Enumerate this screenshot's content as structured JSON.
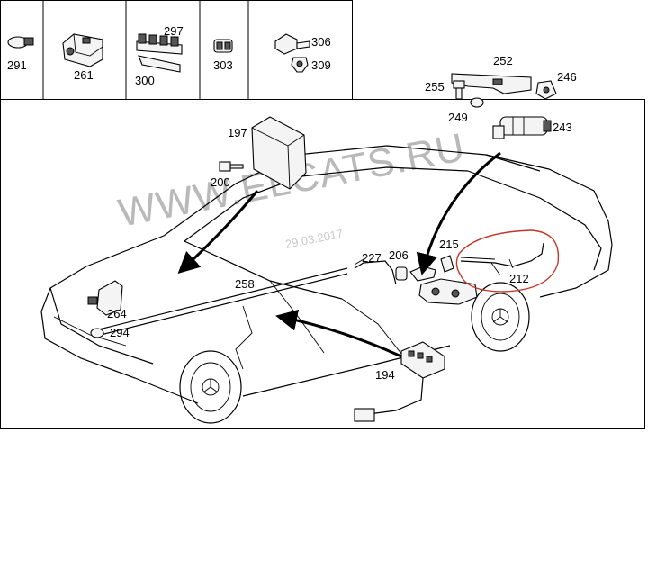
{
  "header_parts": [
    {
      "id": "p291",
      "label": "291"
    },
    {
      "id": "p261",
      "label": "261"
    },
    {
      "id": "p297",
      "label": "297"
    },
    {
      "id": "p300",
      "label": "300"
    },
    {
      "id": "p303",
      "label": "303"
    },
    {
      "id": "p306",
      "label": "306"
    },
    {
      "id": "p309",
      "label": "309"
    }
  ],
  "callouts": {
    "c252": "252",
    "c255": "255",
    "c246": "246",
    "c249": "249",
    "c243": "243",
    "c197": "197",
    "c200": "200",
    "c227": "227",
    "c206": "206",
    "c215": "215",
    "c212": "212",
    "c258": "258",
    "c264": "264",
    "c294": "294",
    "c194": "194"
  },
  "watermark": {
    "text": "WWW.ELCATS.RU",
    "date": "29.03.2017"
  },
  "highlight_color": "#c0392b"
}
